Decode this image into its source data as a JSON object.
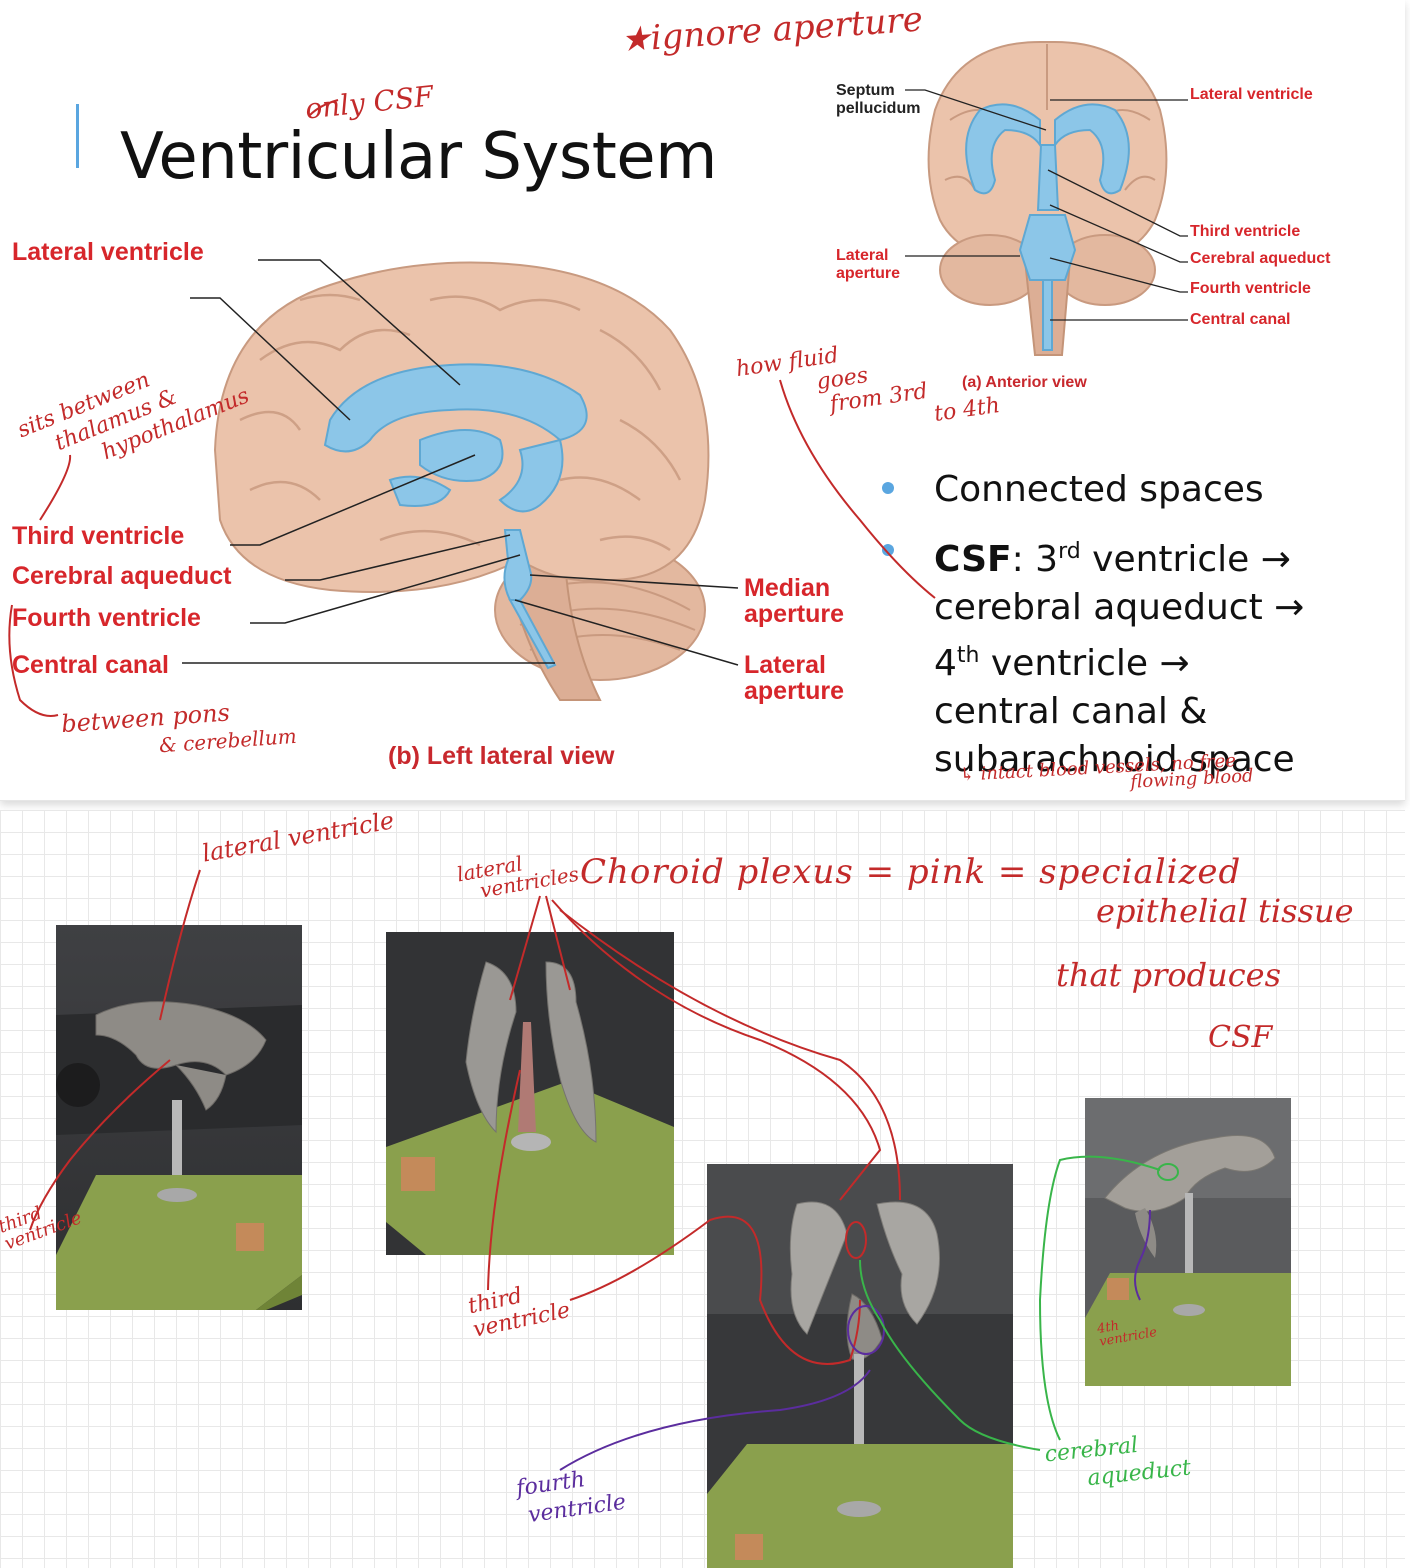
{
  "slide": {
    "title": "Ventricular System",
    "lateral_view": {
      "labels": {
        "lateral_ventricle": "Lateral ventricle",
        "third_ventricle": "Third ventricle",
        "cerebral_aqueduct": "Cerebral aqueduct",
        "fourth_ventricle": "Fourth ventricle",
        "central_canal": "Central canal",
        "median_aperture_1": "Median",
        "median_aperture_2": "aperture",
        "lateral_aperture_1": "Lateral",
        "lateral_aperture_2": "aperture"
      },
      "caption": "(b) Left lateral view"
    },
    "anterior_view": {
      "labels": {
        "septum_1": "Septum",
        "septum_2": "pellucidum",
        "lateral_ventricle": "Lateral ventricle",
        "lateral_aperture_1": "Lateral",
        "lateral_aperture_2": "aperture",
        "third_ventricle": "Third ventricle",
        "cerebral_aqueduct": "Cerebral aqueduct",
        "fourth_ventricle": "Fourth ventricle",
        "central_canal": "Central canal"
      },
      "caption": "(a) Anterior view"
    },
    "bullets": {
      "b1": "Connected spaces",
      "b2_bold": "CSF",
      "b2_a": ": 3",
      "b2_sup1": "rd",
      "b2_b": " ventricle →",
      "b2_line2": "cerebral aqueduct →",
      "b2_c": "4",
      "b2_sup2": "th",
      "b2_d": " ventricle →",
      "b2_line4": "central canal &",
      "b2_line5": "subarachnoid space"
    }
  },
  "handwriting": {
    "ignore": "★ignore aperture",
    "only_csf": "only CSF",
    "how_fluid_1": "how fluid",
    "how_fluid_2": "goes",
    "how_fluid_3": "from 3rd",
    "how_fluid_4": "to 4th",
    "sits_1": "sits between",
    "sits_2": "thalamus &",
    "sits_3": "hypothalamus",
    "between_1": "between pons",
    "between_2": "& cerebellum",
    "intact_1": "↳ intact blood vessels, no free",
    "intact_2": "flowing  blood",
    "choroid": "Choroid  plexus = pink = specialized",
    "choroid_2": "epithelial tissue",
    "choroid_3": "that  produces",
    "choroid_4": "CSF",
    "lateral_ventricle": "lateral ventricle",
    "lateral_ventricles_1": "lateral",
    "lateral_ventricles_2": "ventricles",
    "third_ventricle_1": "third",
    "third_ventricle_2": "ventricle",
    "third_ventricle_left_1": "third",
    "third_ventricle_left_2": "ventricle",
    "fourth_1": "fourth",
    "fourth_2": "ventricle",
    "fourth_small_1": "4th",
    "fourth_small_2": "ventricle",
    "cerebral_1": "cerebral",
    "cerebral_2": "aqueduct"
  },
  "colors": {
    "label_red": "#d7262b",
    "ventricle_blue": "#8cc6e8",
    "brain_tan": "#e9bfa6",
    "ink_red": "#c32a2a",
    "ink_green": "#39b54a",
    "ink_purple": "#5b2d9e",
    "bullet_blue": "#5aa6e0"
  }
}
